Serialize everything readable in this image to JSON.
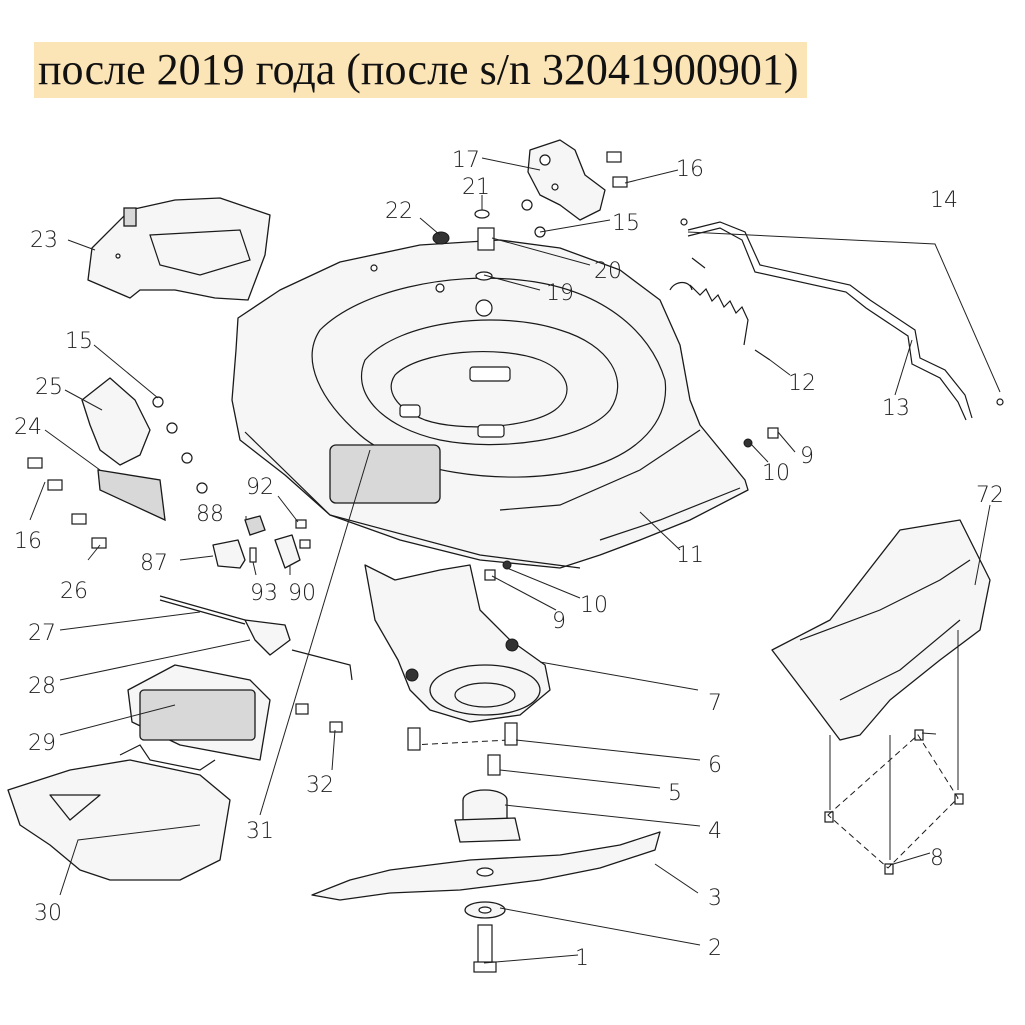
{
  "title": "после 2019 года (после s/n 32041900901)",
  "colors": {
    "title_background": "#fbe4b6",
    "line": "#1a1a1a",
    "background": "#ffffff"
  },
  "callouts": {
    "c1": "1",
    "c2": "2",
    "c3": "3",
    "c4": "4",
    "c5": "5",
    "c6": "6",
    "c7": "7",
    "c8": "8",
    "c9a": "9",
    "c9b": "9",
    "c10a": "10",
    "c10b": "10",
    "c11": "11",
    "c12": "12",
    "c13": "13",
    "c14": "14",
    "c15a": "15",
    "c15b": "15",
    "c16a": "16",
    "c16b": "16",
    "c17": "17",
    "c19": "19",
    "c20": "20",
    "c21": "21",
    "c22": "22",
    "c23": "23",
    "c24": "24",
    "c25": "25",
    "c26": "26",
    "c27": "27",
    "c28": "28",
    "c29": "29",
    "c30": "30",
    "c31": "31",
    "c32": "32",
    "c72": "72",
    "c87": "87",
    "c88": "88",
    "c90": "90",
    "c92": "92",
    "c93": "93"
  }
}
